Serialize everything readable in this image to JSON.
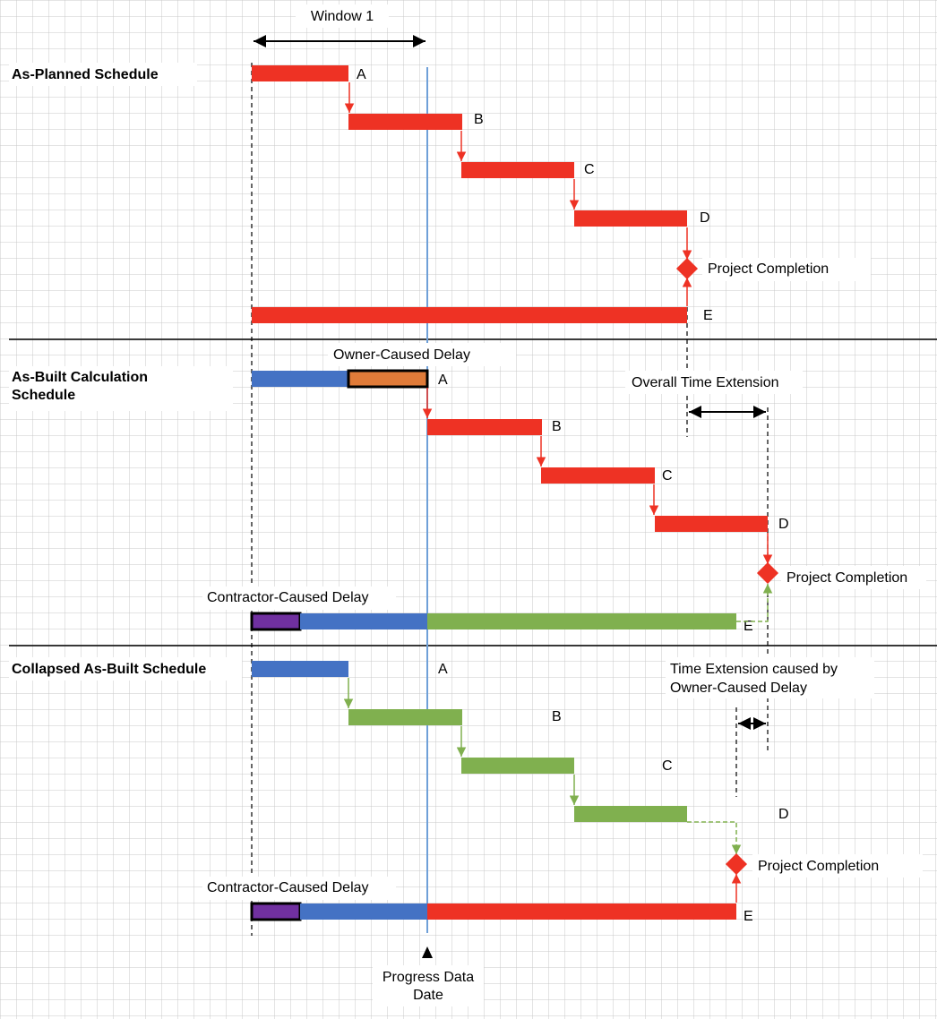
{
  "colors": {
    "red": "#EE3224",
    "blue": "#4472C4",
    "green": "#80B04F",
    "orange": "#E07B39",
    "purple": "#7030A0",
    "progress_line": "#6FA0D8",
    "grid": "#C8C8C8"
  },
  "window_label": "Window 1",
  "progress_label_line1": "Progress Data",
  "progress_label_line2": "Date",
  "sections": {
    "planned": {
      "title": "As-Planned Schedule",
      "completion_label": "Project Completion",
      "activities": [
        "A",
        "B",
        "C",
        "D",
        "E"
      ]
    },
    "asbuilt": {
      "title_line1": "As-Built Calculation",
      "title_line2": "Schedule",
      "owner_delay_label": "Owner-Caused Delay",
      "overall_extension_label": "Overall Time Extension",
      "contractor_delay_label": "Contractor-Caused Delay",
      "completion_label": "Project Completion",
      "activities": [
        "A",
        "B",
        "C",
        "D",
        "E"
      ]
    },
    "collapsed": {
      "title": "Collapsed As-Built Schedule",
      "extension_label_line1": "Time Extension caused by",
      "extension_label_line2": "Owner-Caused Delay",
      "contractor_delay_label": "Contractor-Caused Delay",
      "completion_label": "Project Completion",
      "activities": [
        "A",
        "B",
        "C",
        "D",
        "E"
      ]
    }
  }
}
